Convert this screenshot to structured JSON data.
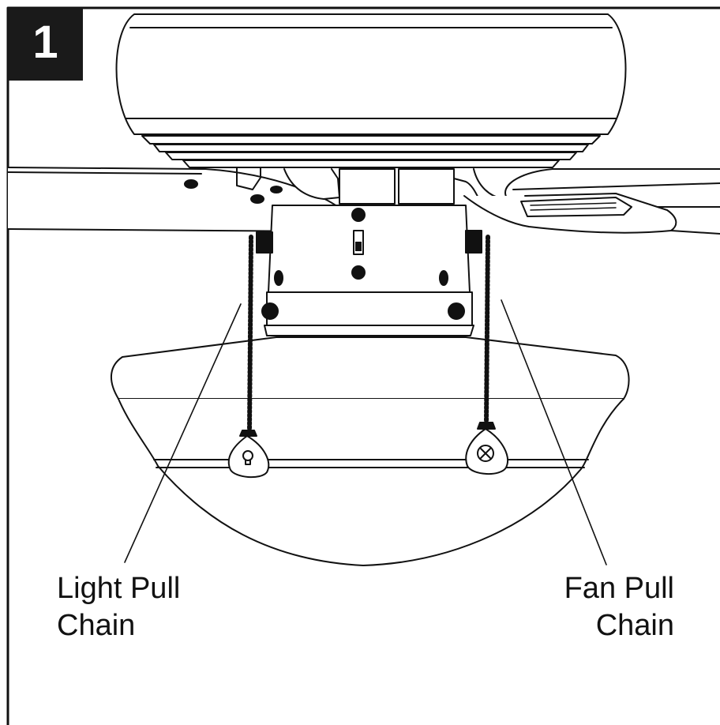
{
  "step": {
    "number": "1"
  },
  "labels": {
    "light_line1": "Light Pull",
    "light_line2": "Chain",
    "fan_line1": "Fan Pull",
    "fan_line2": "Chain"
  },
  "icons": {
    "light_pull_fob": "light-bulb-icon",
    "fan_pull_fob": "fan-icon"
  },
  "colors": {
    "line": "#111111",
    "badge": "#1a1a1a",
    "background": "#ffffff"
  }
}
